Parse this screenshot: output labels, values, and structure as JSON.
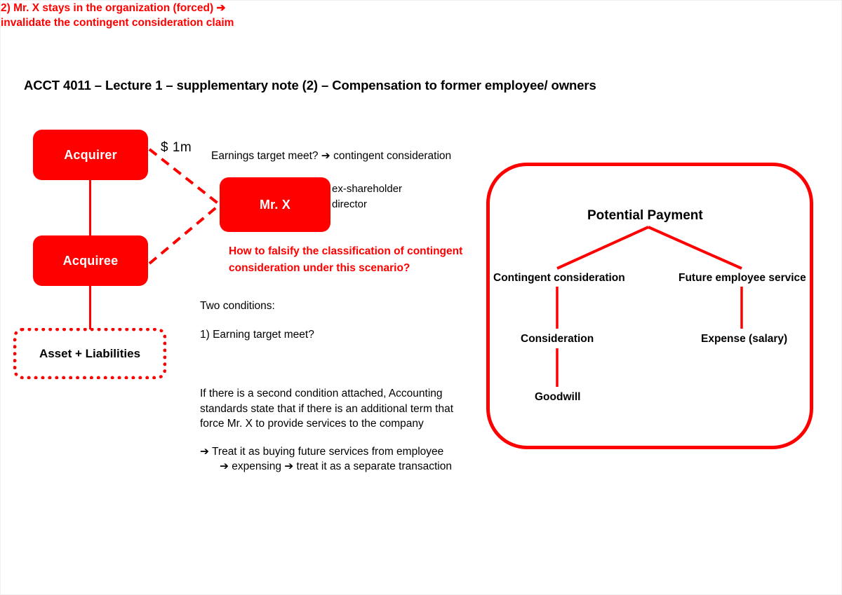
{
  "colors": {
    "accent_red": "#FF0000",
    "text_black": "#000000",
    "page_background": "#FFFFFF"
  },
  "title": "ACCT 4011 – Lecture 1 – supplementary note (2) – Compensation to former employee/ owners",
  "left_diagram": {
    "acquirer_box": "Acquirer",
    "acquiree_box": "Acquiree",
    "assets_box": "Asset + Liabilities",
    "mrx_box": "Mr. X",
    "payment_label": "$ 1m",
    "earnings_note": "Earnings target meet? ➔ contingent consideration",
    "mrx_role_line1": "ex-shareholder",
    "mrx_role_line2": "director"
  },
  "notes": {
    "falsify_question": "How to falsify  the classification of contingent consideration under this scenario?",
    "two_conditions_heading": "Two conditions:",
    "condition_1": "1) Earning target meet?",
    "condition_2": "2) Mr. X stays in the organization (forced) ➔ invalidate the contingent consideration claim",
    "paragraph": "If there is a second condition attached, Accounting standards state that if there is an additional term that force Mr. X to provide services to the company",
    "conclusion_line1": "➔  Treat it as buying future services from employee",
    "conclusion_line2": "➔ expensing ➔ treat it as a separate transaction"
  },
  "tree": {
    "root": "Potential Payment",
    "left_branch": "Contingent consideration",
    "right_branch": "Future employee service",
    "left_child": "Consideration",
    "right_child": "Expense (salary)",
    "left_grandchild": "Goodwill"
  }
}
